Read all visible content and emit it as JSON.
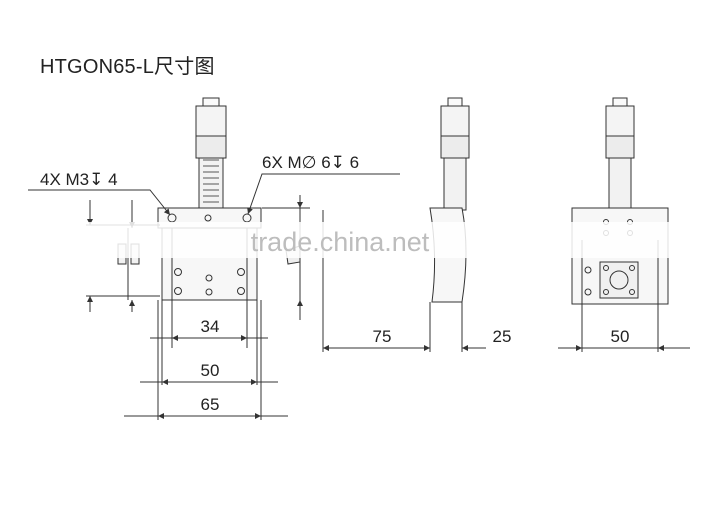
{
  "title": {
    "model": "HTGON65-L",
    "suffix": "尺寸图"
  },
  "callouts": {
    "tapped_holes_small": "4X M3↧ 4",
    "tapped_holes_large": "6X M∅ 6↧ 6"
  },
  "dimensions": {
    "front_hole_spacing": "34",
    "front_mount_spacing": "50",
    "front_width": "65",
    "side_length": "75",
    "side_thickness": "25",
    "rear_width": "50"
  },
  "watermark": "trade.china.net"
}
